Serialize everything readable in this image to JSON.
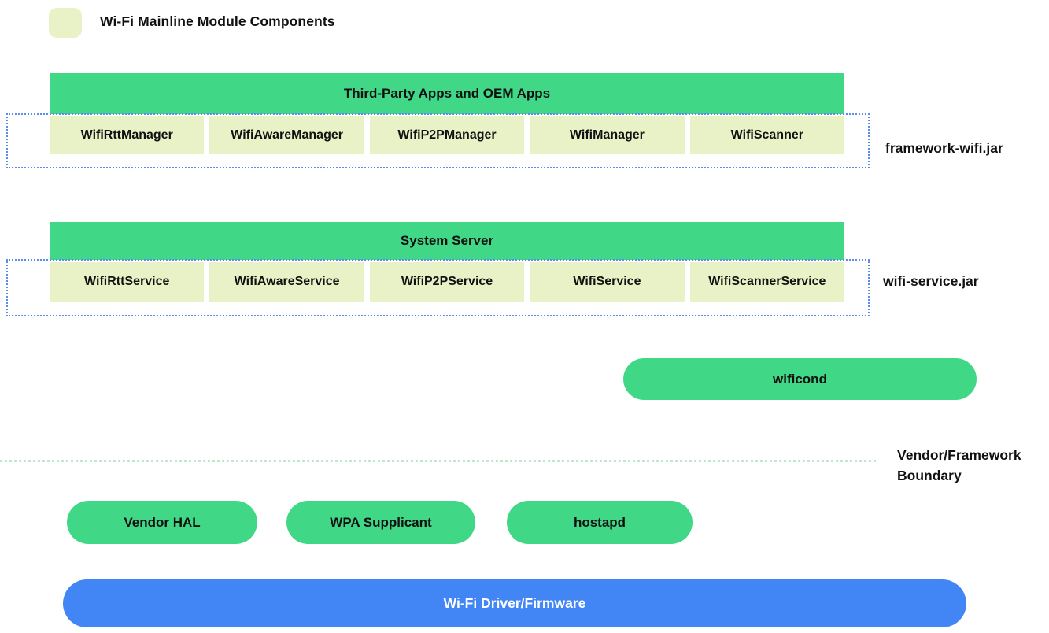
{
  "legend": {
    "label": "Wi-Fi Mainline Module Components"
  },
  "framework_group": {
    "header": "Third-Party Apps and OEM Apps",
    "items": [
      "WifiRttManager",
      "WifiAwareManager",
      "WifiP2PManager",
      "WifiManager",
      "WifiScanner"
    ],
    "jar_label": "framework-wifi.jar"
  },
  "service_group": {
    "header": "System Server",
    "items": [
      "WifiRttService",
      "WifiAwareService",
      "WifiP2PService",
      "WifiService",
      "WifiScannerService"
    ],
    "jar_label": "wifi-service.jar"
  },
  "wificond": {
    "label": "wificond"
  },
  "boundary": {
    "label_line1": "Vendor/Framework",
    "label_line2": "Boundary"
  },
  "vendor_pills": [
    "Vendor HAL",
    "WPA Supplicant",
    "hostapd"
  ],
  "driver_bar": {
    "label": "Wi-Fi Driver/Firmware"
  },
  "colors": {
    "green": "#40d886",
    "cream": "#e9f2c6",
    "blue": "#4285f4",
    "dotted_blue": "#5b8cf0",
    "boundary_mint": "#bde9cf",
    "text_dark": "#111111",
    "text_light": "#ffffff"
  }
}
